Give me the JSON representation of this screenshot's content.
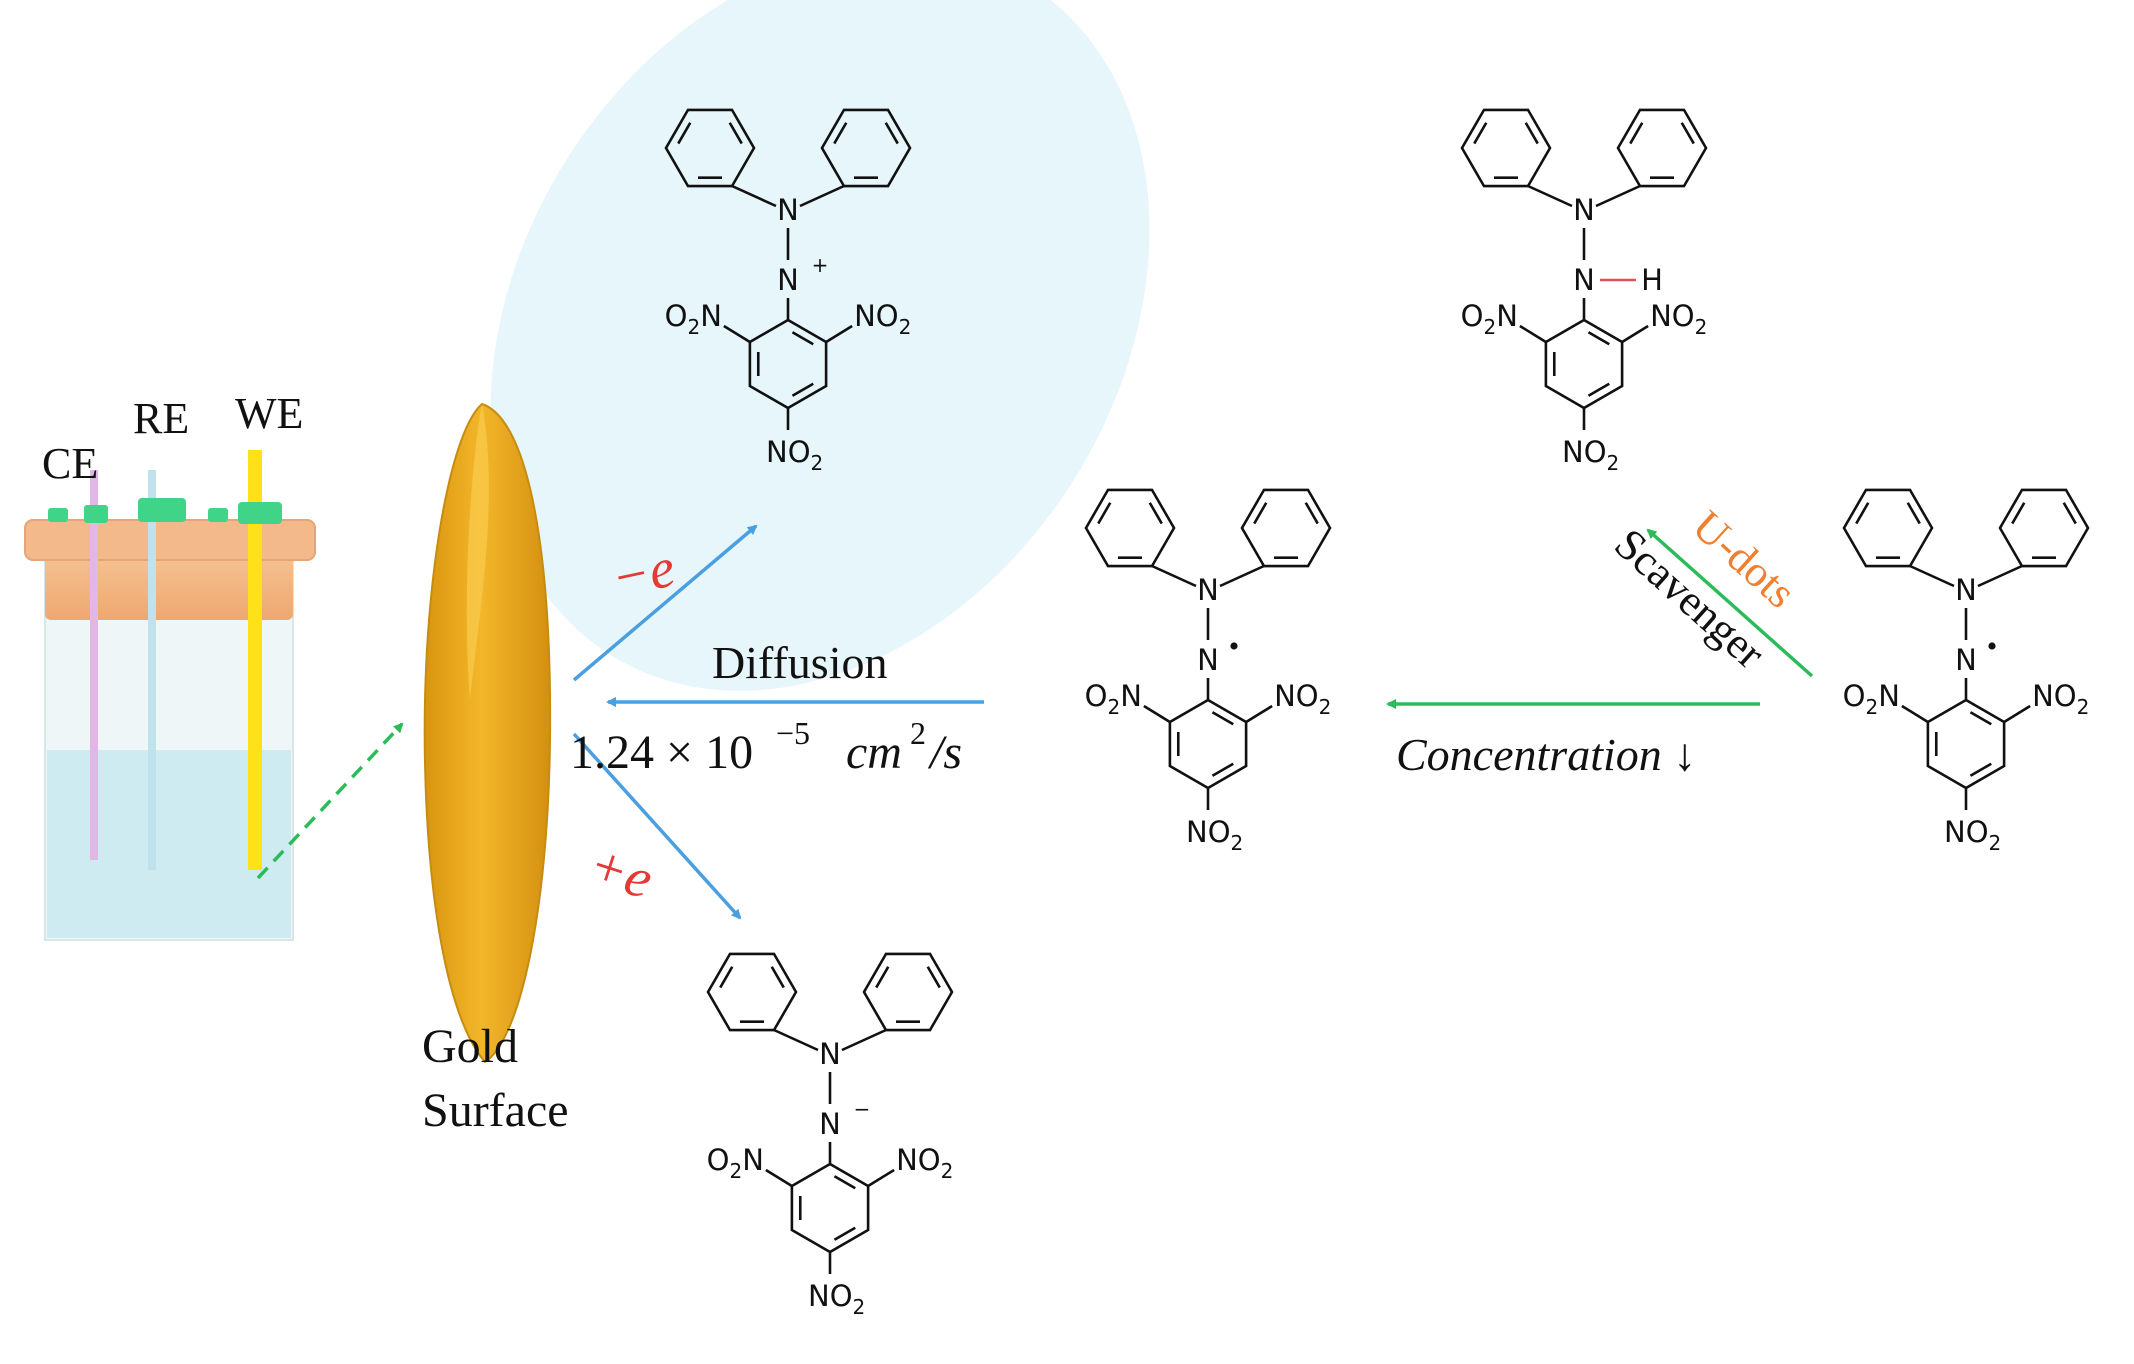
{
  "cell": {
    "ce_label": "CE",
    "re_label": "RE",
    "we_label": "WE"
  },
  "gold_surface": {
    "line1": "Gold",
    "line2": "Surface"
  },
  "arrows": {
    "oxidation_label": "−e",
    "reduction_label": "+e",
    "diffusion_label": "Diffusion",
    "diffusion_coefficient": "1.24 × 10",
    "diffusion_exponent": "−5",
    "diffusion_units_cm": "cm",
    "diffusion_units_exp": "2",
    "diffusion_units_rest": "/s",
    "concentration_label": "Concentration ↓",
    "udots_label": "U-dots",
    "scavenger_label": "Scavenger"
  },
  "molecule": {
    "N": "N",
    "H": "H",
    "O2N_a": "O",
    "O2N_b": "2",
    "O2N_c": "N",
    "NO2_a": "NO",
    "NO2_b": "2",
    "charge_plus": "+",
    "charge_minus": "−"
  },
  "colors": {
    "gold": "#e8a51c",
    "gold_dark": "#c88a10",
    "blue_arrow": "#4a9fe0",
    "green_arrow": "#2dbb5a",
    "red_label": "#e53935",
    "orange_label": "#f08030",
    "bubble": "#e6f6fb",
    "nh_bond": "#e05050"
  }
}
